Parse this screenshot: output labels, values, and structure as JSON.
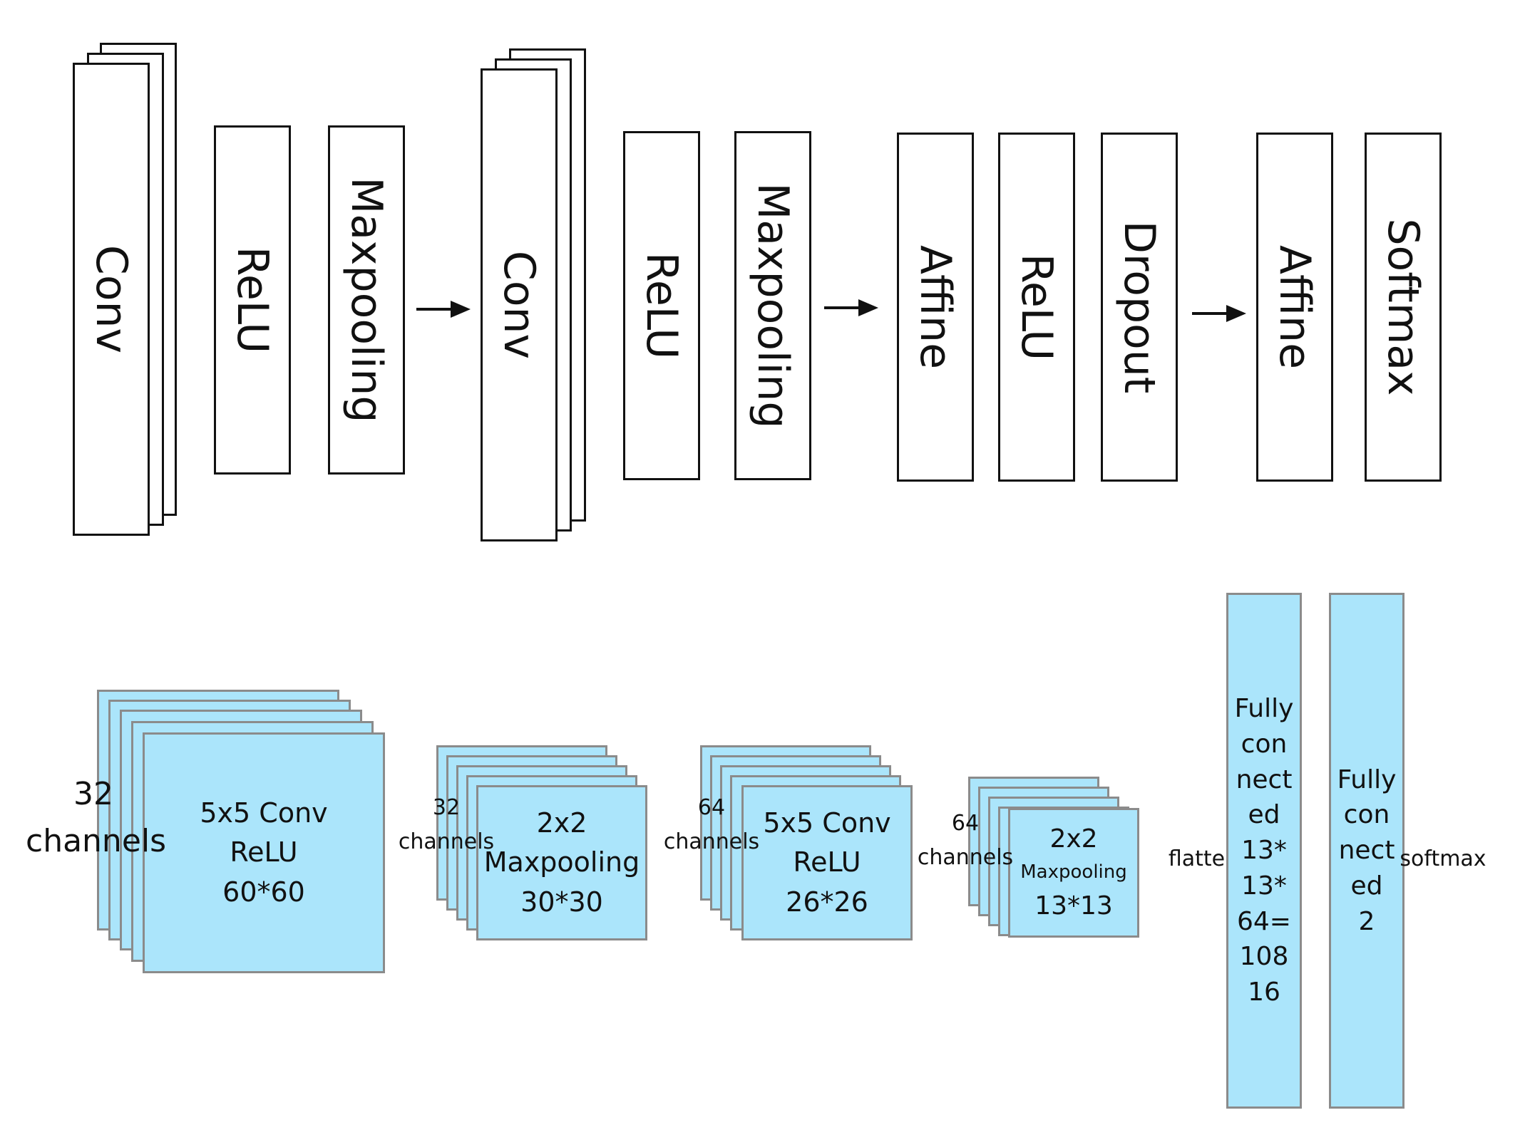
{
  "pipeline": {
    "groups": [
      {
        "layers": [
          "Conv",
          "ReLU",
          "Maxpooling"
        ]
      },
      {
        "layers": [
          "Conv",
          "ReLU",
          "Maxpooling"
        ]
      },
      {
        "layers": [
          "Affine",
          "ReLU",
          "Dropout"
        ]
      },
      {
        "layers": [
          "Affine",
          "Softmax"
        ]
      }
    ]
  },
  "feature_maps": {
    "conv1": {
      "channels_number": "32",
      "channels_word": "channels",
      "lines": [
        "5x5 Conv",
        "ReLU",
        "60*60"
      ]
    },
    "pool1": {
      "channels_number": "32",
      "channels_word": "channels",
      "lines": [
        "2x2",
        "Maxpooling",
        "30*30"
      ]
    },
    "conv2": {
      "channels_number": "64",
      "channels_word": "channels",
      "lines": [
        "5x5 Conv",
        "ReLU",
        "26*26"
      ]
    },
    "pool2": {
      "channels_number": "64",
      "channels_word": "channels",
      "lines": [
        "2x2",
        "Maxpooling",
        "13*13"
      ]
    },
    "flatten_label": "flatten",
    "fc1": {
      "lines": [
        "Fully",
        "con",
        "nect",
        "ed",
        "13*",
        "13*",
        "64=",
        "108",
        "16"
      ]
    },
    "softmax_label": "softmax",
    "fc2": {
      "lines": [
        "Fully",
        "con",
        "nect",
        "ed",
        "2"
      ]
    }
  },
  "colors": {
    "feature_map_fill": "#abe5fb",
    "feature_map_border": "#8b8b8b",
    "layer_border": "#111111"
  }
}
